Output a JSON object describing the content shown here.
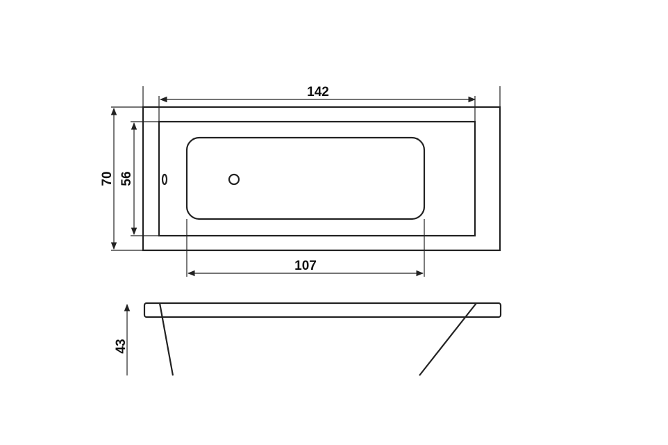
{
  "diagram": {
    "subject": "Rectangular bathtub technical drawing",
    "views": [
      "top-view",
      "side-view"
    ],
    "dimensions": {
      "overall_length": "142",
      "inner_length": "107",
      "overall_width": "70",
      "inner_width": "56",
      "height": "43"
    }
  }
}
